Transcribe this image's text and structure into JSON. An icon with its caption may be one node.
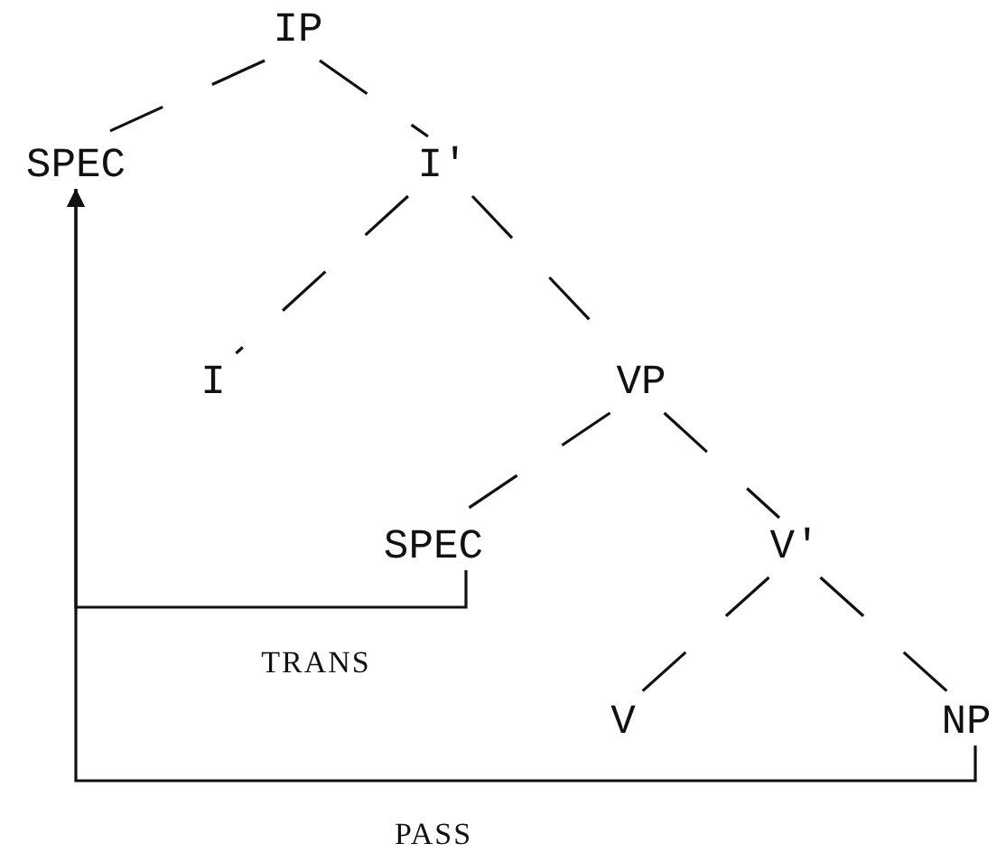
{
  "diagram": {
    "nodes": [
      {
        "text": [
          "IP"
        ]
      },
      {
        "text": [
          "SPEC"
        ]
      },
      {
        "text": [
          "I'"
        ]
      },
      {
        "text": [
          "I"
        ]
      },
      {
        "text": [
          "VP"
        ]
      },
      {
        "text": [
          "SPEC"
        ]
      },
      {
        "text": [
          "V'"
        ]
      },
      {
        "text": [
          "V"
        ]
      },
      {
        "text": [
          "NP"
        ]
      }
    ],
    "edges": [
      {
        "from": 0,
        "to": 1,
        "arrow": "none",
        "style": "dashed"
      },
      {
        "from": 0,
        "to": 2,
        "arrow": "none",
        "style": "dashed"
      },
      {
        "from": 2,
        "to": 3,
        "arrow": "none",
        "style": "dashed"
      },
      {
        "from": 2,
        "to": 4,
        "arrow": "none",
        "style": "dashed"
      },
      {
        "from": 4,
        "to": 5,
        "arrow": "none",
        "style": "dashed"
      },
      {
        "from": 4,
        "to": 6,
        "arrow": "none",
        "style": "dashed"
      },
      {
        "from": 6,
        "to": 7,
        "arrow": "none",
        "style": "dashed"
      },
      {
        "from": 6,
        "to": 8,
        "arrow": "none",
        "style": "dashed"
      },
      {
        "from": 5,
        "to": 1,
        "arrow": "to",
        "label": "TRANS"
      },
      {
        "from": 8,
        "to": 1,
        "arrow": "to",
        "label": "PASS"
      }
    ]
  }
}
